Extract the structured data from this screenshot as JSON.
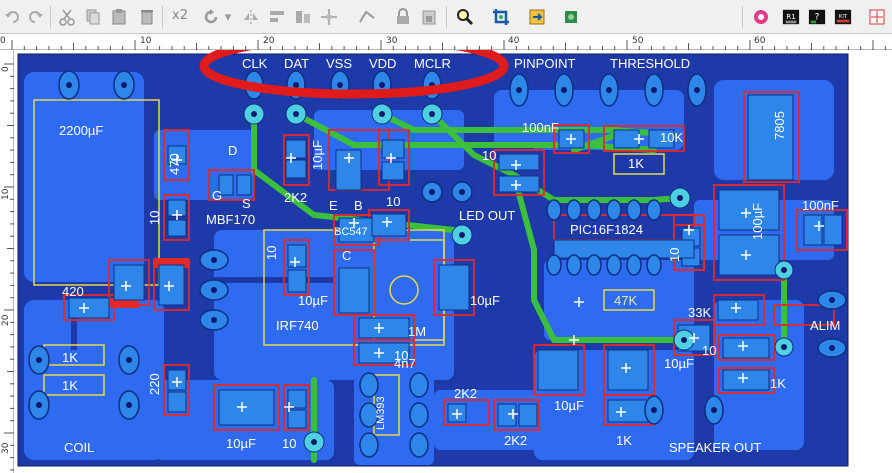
{
  "toolbar": {
    "zoom_label": "x2",
    "icons": [
      "undo-icon",
      "redo-icon",
      "cut-icon",
      "copy-icon",
      "paste-icon",
      "delete-icon",
      "zoom-factor",
      "rotate-icon",
      "mirror-icon",
      "group-icon",
      "ungroup-icon",
      "align-icon",
      "snap-icon",
      "lock-icon",
      "lock-icon-2",
      "magnifier-icon",
      "crop-icon",
      "export-icon",
      "component-icon",
      "record-icon",
      "r1-icon",
      "help-icon",
      "kit-icon"
    ],
    "badge_r1": "R1",
    "badge_kit": "KIT"
  },
  "rulers": {
    "top_marks": [
      "0",
      "10",
      "20",
      "30",
      "40",
      "50",
      "60"
    ],
    "left_marks": [
      "0",
      "10",
      "20",
      "30"
    ]
  },
  "board": {
    "header_labels": [
      "CLK",
      "DAT",
      "VSS",
      "VDD",
      "MCLR"
    ],
    "connector_labels": [
      "PINPOINT",
      "THRESHOLD"
    ],
    "components": {
      "cap_2200": "2200µF",
      "r_10k": "10K",
      "reg_7805": "7805",
      "cap_100nf_top": "100nF",
      "r_1k_top": "1K",
      "r_10_mid": "10",
      "led_out": "LED OUT",
      "pic": "PIC16F1824",
      "cap_100nf_right": "100nF",
      "cap_100uf": "100µF",
      "r_10_right": "10",
      "r_470": "470",
      "r_10_left": "10",
      "d_label": "D",
      "g_label": "G",
      "s_label": "S",
      "mbf": "MBF170",
      "r_2k2_top": "2K2",
      "r_10_top": "10",
      "e_label": "E",
      "b_label": "B",
      "c_label": "C",
      "t_bc547": "BC547",
      "cap_10uf_top": "10µF",
      "irf": "IRF740",
      "r_10_irf": "10",
      "cap_10uf_mid": "10µF",
      "r_1m": "1M",
      "r_10_mid2": "10",
      "cap_10uf_right": "10µF",
      "r_47k": "47K",
      "r_33k": "33K",
      "r_10_bottom": "10",
      "alim": "ALIM",
      "r_420": "420",
      "r_1k_a": "1K",
      "r_1k_b": "1K",
      "r_220": "220",
      "cap_10uf_bottom": "10µF",
      "r_10_bottom2": "10",
      "c_4n7": "4n7",
      "chip_lm": "LM393",
      "r_2k2_a": "2K2",
      "r_2k2_b": "2K2",
      "cap_10uf_b": "10µF",
      "r_1k_bottom": "1K",
      "cap_10uf_c": "10µF",
      "r_1k_right": "1K",
      "coil": "COIL",
      "speaker": "SPEAKER OUT"
    }
  }
}
